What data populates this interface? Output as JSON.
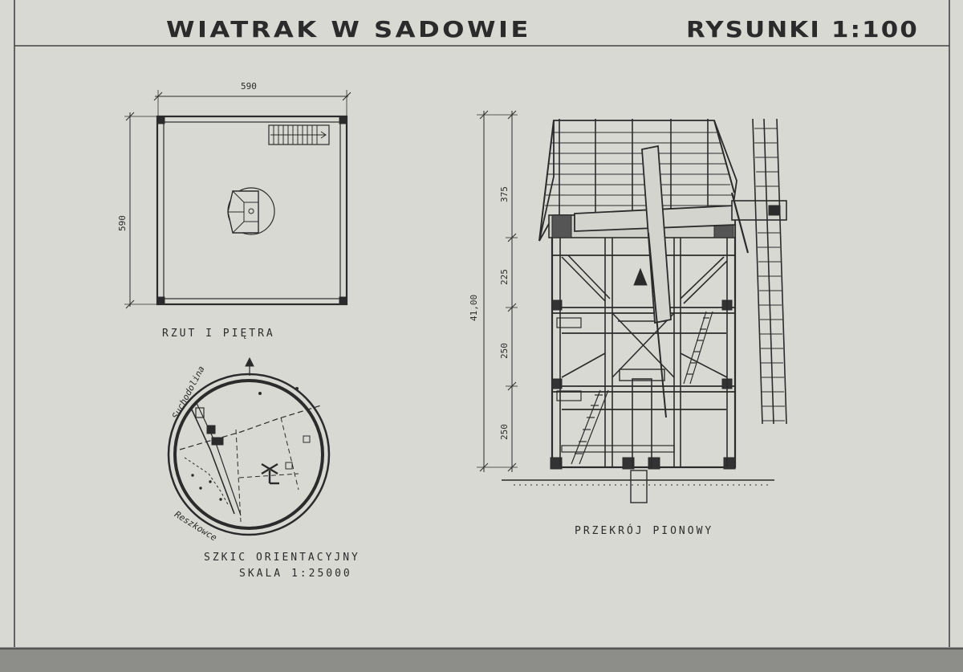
{
  "sheet": {
    "title": "WIATRAK W SADOWIE",
    "drawings_label": "RYSUNKI 1:100"
  },
  "floor_plan": {
    "caption": "RZUT I PIĘTRA",
    "width_dim": "590",
    "depth_dim": "590"
  },
  "orientation_sketch": {
    "caption": "SZKIC ORIENTACYJNY",
    "scale": "SKALA 1:25000",
    "place_north": "Suchodolina",
    "place_south": "Reszkowce"
  },
  "section": {
    "caption": "PRZEKRÓJ PIONOWY",
    "total_height": "41,00",
    "segment_dims": [
      "375",
      "225",
      "250",
      "250"
    ]
  },
  "colors": {
    "paper": "#d9d9d4",
    "ink": "#2b2b2b"
  }
}
